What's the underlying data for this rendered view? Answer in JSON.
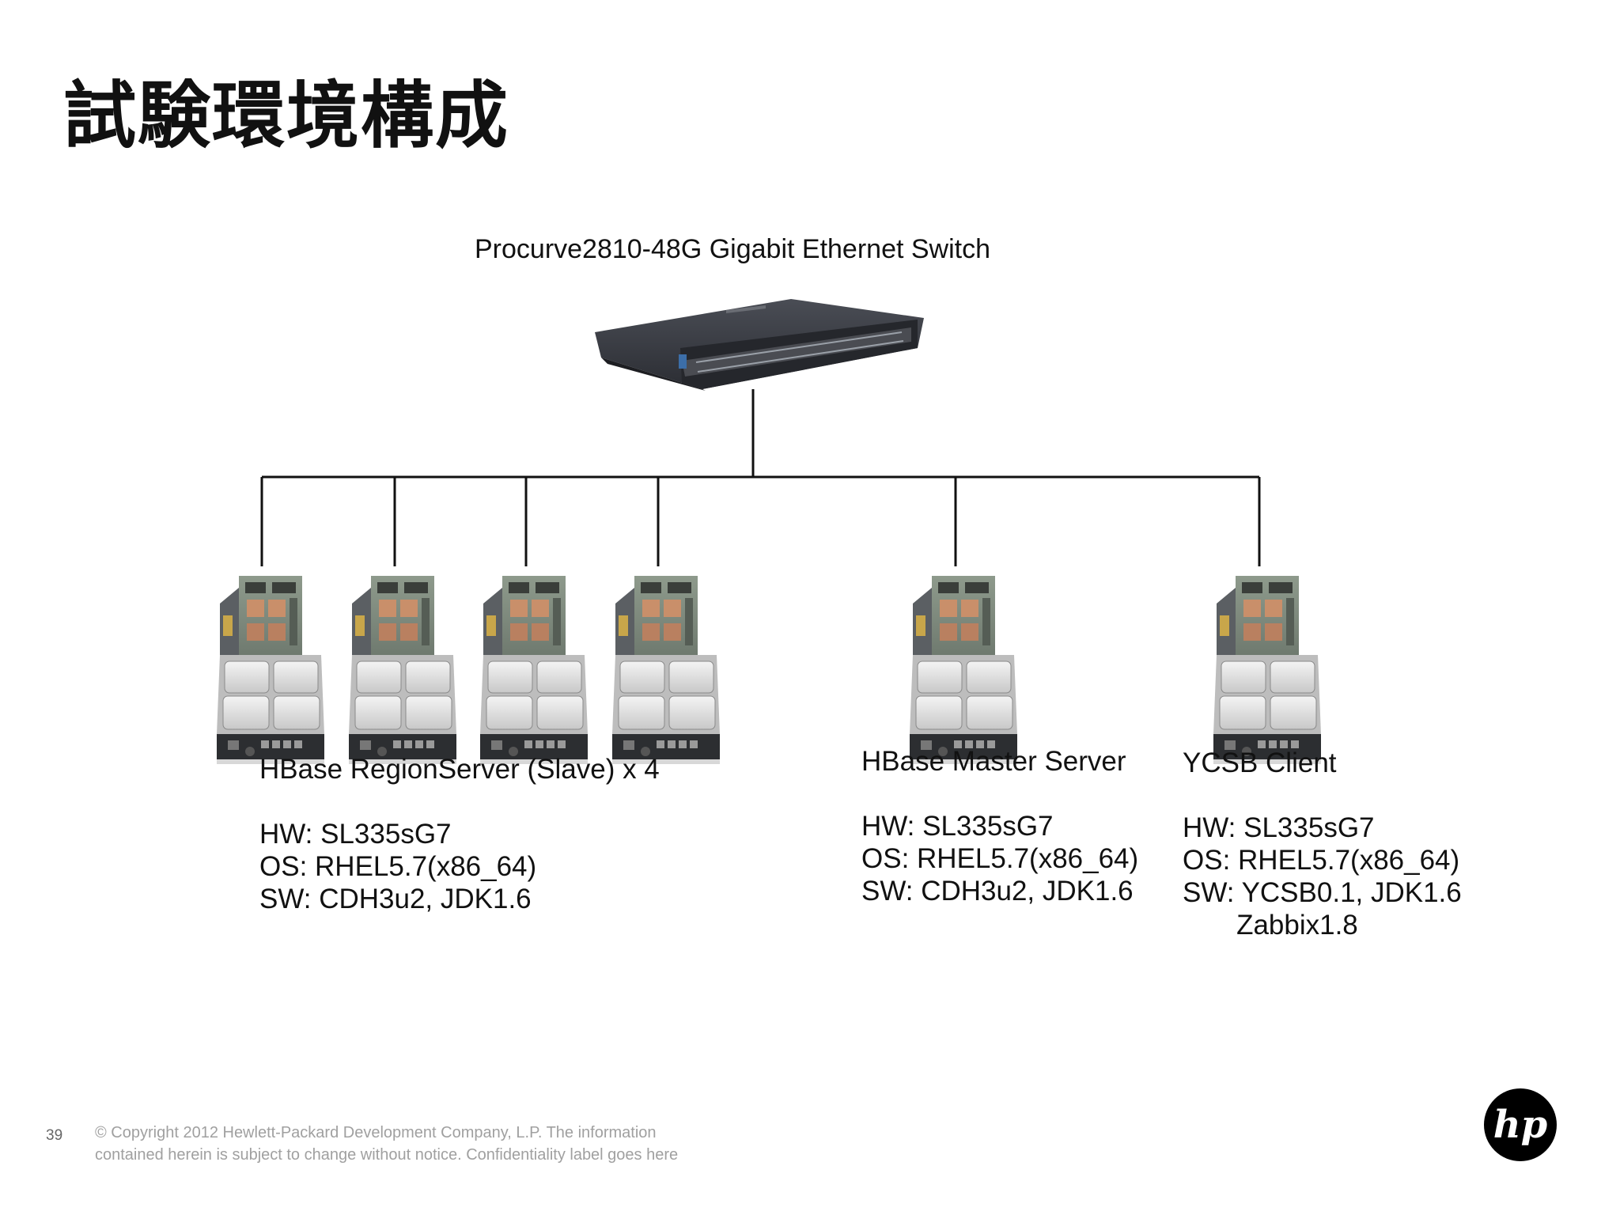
{
  "slide": {
    "title": "試験環境構成",
    "page_number": "39",
    "copyright_line1": "© Copyright 2012 Hewlett-Packard Development Company, L.P.  The information",
    "copyright_line2": "contained herein is subject to change without notice. Confidentiality label goes here",
    "logo_text": "hp"
  },
  "switch": {
    "label": "Procurve2810-48G Gigabit Ethernet Switch",
    "icon": "network-switch-icon"
  },
  "groups": [
    {
      "heading": "HBase RegionServer (Slave) x 4",
      "lines": [
        "HW: SL335sG7",
        "OS: RHEL5.7(x86_64)",
        "SW: CDH3u2, JDK1.6"
      ]
    },
    {
      "heading": "HBase Master Server",
      "lines": [
        "HW: SL335sG7",
        "OS: RHEL5.7(x86_64)",
        "SW: CDH3u2, JDK1.6"
      ]
    },
    {
      "heading": "YCSB Client",
      "lines": [
        "HW: SL335sG7",
        "OS: RHEL5.7(x86_64)",
        "SW: YCSB0.1, JDK1.6",
        "       Zabbix1.8"
      ]
    }
  ],
  "server_icon": "server-node-icon",
  "colors": {
    "text": "#111111",
    "switch_body": "#2f3136",
    "muted": "#a0a0a0",
    "logo": "#000000"
  }
}
